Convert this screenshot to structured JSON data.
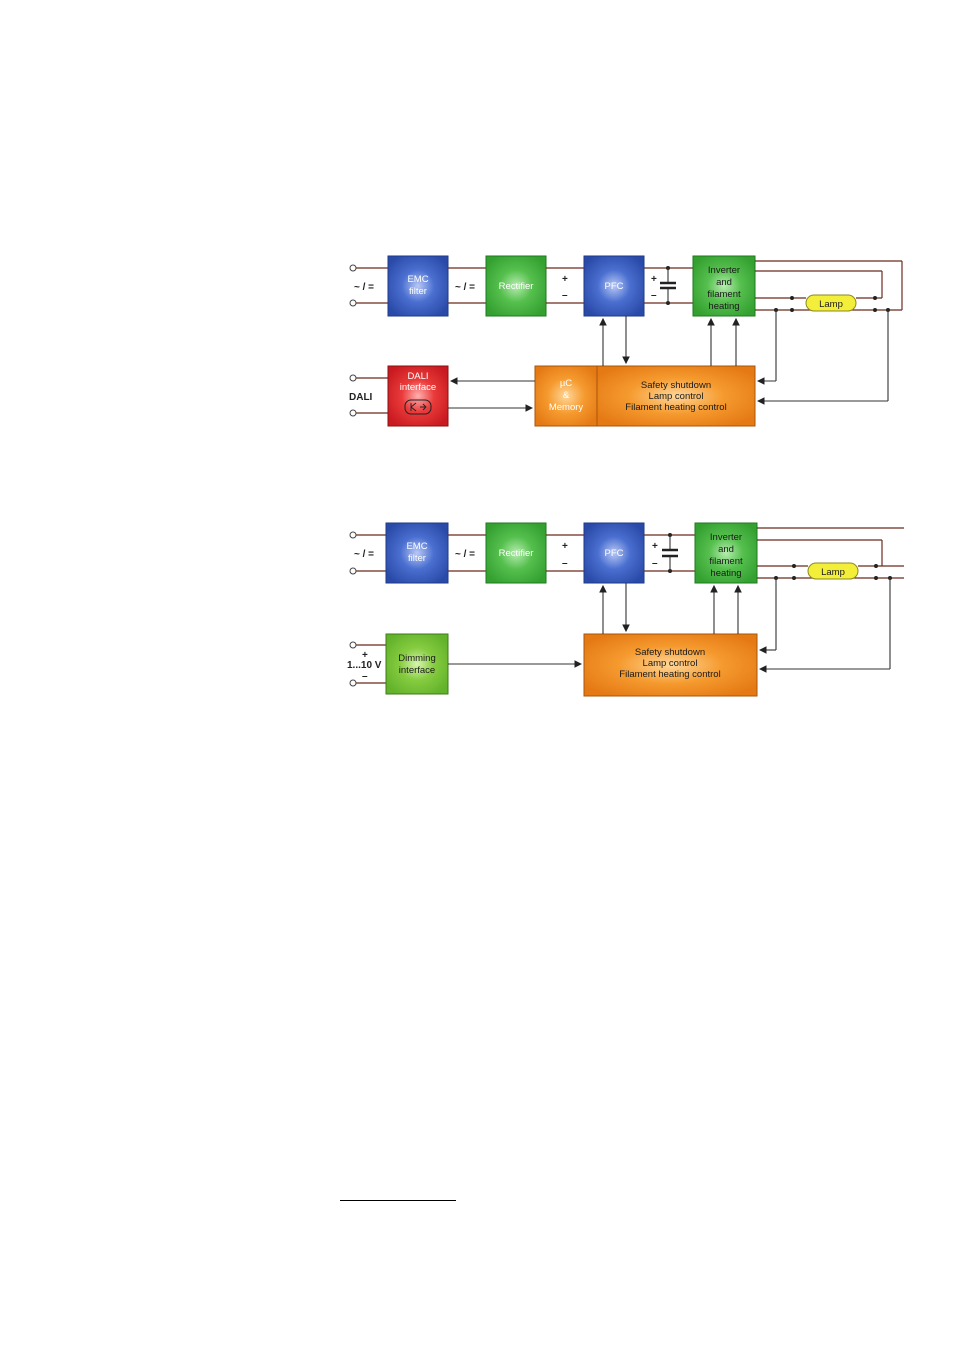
{
  "diagram_top": {
    "input_symbol": "~ / =",
    "emc": [
      "EMC",
      "filter"
    ],
    "mid_symbol": "~ / =",
    "rectifier": "Rectifier",
    "plus": "+",
    "minus": "–",
    "pfc": "PFC",
    "cap_plus": "+",
    "cap_minus": "–",
    "inverter": [
      "Inverter",
      "and",
      "filament",
      "heating"
    ],
    "lamp": "Lamp",
    "dali_label": "DALI",
    "dali_interface": [
      "DALI",
      "interface"
    ],
    "uc": [
      "µC",
      "&",
      "Memory"
    ],
    "control": [
      "Safety shutdown",
      "Lamp control",
      "Filament heating control"
    ]
  },
  "diagram_bottom": {
    "input_symbol": "~ / =",
    "emc": [
      "EMC",
      "filter"
    ],
    "mid_symbol": "~ / =",
    "rectifier": "Rectifier",
    "plus": "+",
    "minus": "–",
    "pfc": "PFC",
    "cap_plus": "+",
    "cap_minus": "–",
    "inverter": [
      "Inverter",
      "and",
      "filament",
      "heating"
    ],
    "lamp": "Lamp",
    "volt_label": "1...10 V",
    "volt_plus": "+",
    "volt_minus": "–",
    "dimming": [
      "Dimming",
      "interface"
    ],
    "control": [
      "Safety shutdown",
      "Lamp control",
      "Filament heating control"
    ]
  },
  "colors": {
    "blue": "#3b5fc0",
    "green": "#4fb848",
    "orange": "#f08a1e",
    "red": "#e3262e",
    "lime": "#7cc43a",
    "lamp": "#f3ee3a"
  }
}
